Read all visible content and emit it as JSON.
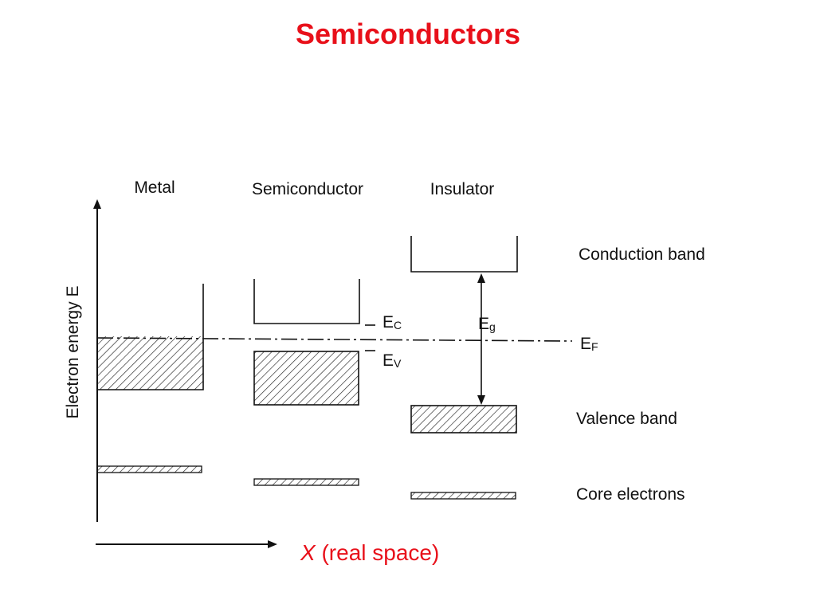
{
  "slide": {
    "title": "Semiconductors",
    "title_color": "#e8101a"
  },
  "diagram": {
    "column_labels": {
      "metal": "Metal",
      "semiconductor": "Semiconductor",
      "insulator": "Insulator"
    },
    "y_axis_label": "Electron energy E",
    "x_axis_label": {
      "italic": "X",
      "rest": " (real space)"
    },
    "band_labels": {
      "conduction": "Conduction band",
      "valence": "Valence band",
      "core": "Core electrons"
    },
    "level_labels": {
      "ec_main": "E",
      "ec_sub": "C",
      "ev_main": "E",
      "ev_sub": "V",
      "eg_main": "E",
      "eg_sub": "g",
      "ef_main": "E",
      "ef_sub": "F"
    },
    "x_label_color": "#e8101a"
  }
}
